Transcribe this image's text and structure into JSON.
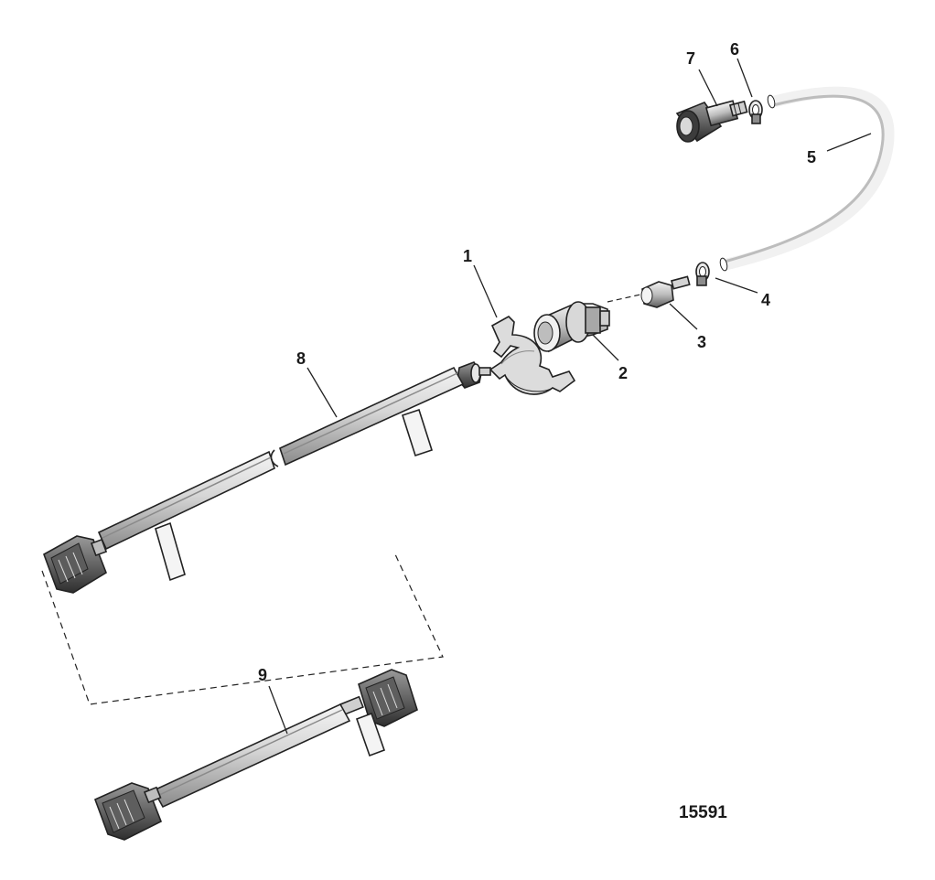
{
  "callouts": [
    {
      "number": "1"
    },
    {
      "number": "2"
    },
    {
      "number": "3"
    },
    {
      "number": "4"
    },
    {
      "number": "5"
    },
    {
      "number": "6"
    },
    {
      "number": "7"
    },
    {
      "number": "8"
    },
    {
      "number": "9"
    }
  ],
  "figure_number": "15591",
  "colors": {
    "ink": "#222222",
    "shade_light": "#e4e4e4",
    "shade_mid": "#bdbdbd",
    "shade_dark": "#6f6f6f",
    "background": "#ffffff"
  }
}
